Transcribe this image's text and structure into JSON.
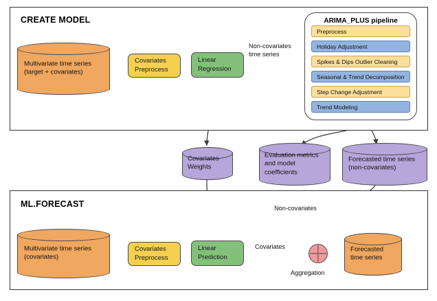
{
  "sections": [
    {
      "id": "create-model",
      "title": "CREATE MODEL"
    },
    {
      "id": "ml-forecast",
      "title": "ML.FORECAST"
    }
  ],
  "create_model": {
    "source": {
      "line1": "Multivariate time series",
      "line2": "(target + covariates)"
    },
    "preprocess": {
      "line1": "Covariates",
      "line2": "Preprocess"
    },
    "model": {
      "line1": "Linear",
      "line2": "Regression"
    },
    "edge_to_pipeline": {
      "line1": "Non-covariates",
      "line2": "time series"
    }
  },
  "pipeline": {
    "title": "ARIMA_PLUS pipeline",
    "steps": [
      {
        "label": "Preprocess",
        "tone": "y"
      },
      {
        "label": "Holiday Adjustment",
        "tone": "b"
      },
      {
        "label": "Spikes & Dips Outlier Cleaning",
        "tone": "y"
      },
      {
        "label": "Seasonal & Trend Decomposition",
        "tone": "b"
      },
      {
        "label": "Step Change Adjustment",
        "tone": "y"
      },
      {
        "label": "Trend Modeling",
        "tone": "b"
      }
    ]
  },
  "artifacts": [
    {
      "id": "covariates-weights",
      "line1": "Covariates",
      "line2": "Weights",
      "line3": ""
    },
    {
      "id": "evaluation-metrics",
      "line1": "Evaluation metrics",
      "line2": "and model",
      "line3": "coefficients"
    },
    {
      "id": "forecasted-noncov",
      "line1": "Forecasted time series",
      "line2": "(non-covariates)",
      "line3": ""
    }
  ],
  "ml_forecast": {
    "source": {
      "line1": "Multivariate time series",
      "line2": "(covariates)"
    },
    "preprocess": {
      "line1": "Covariates",
      "line2": "Preprocess"
    },
    "model": {
      "line1": "Linear",
      "line2": "Prediction"
    },
    "edge_covariates": "Covariates",
    "edge_non_covariates": "Non-covariates",
    "aggregation_label": "Aggregation",
    "output": {
      "line1": "Forecasted",
      "line2": "time series"
    }
  },
  "colors": {
    "orange": "#f0a75f",
    "purple": "#b6a6d9",
    "yellow_box": "#f5cf4f",
    "green_box": "#83c07a",
    "step_yellow": "#fcdf9a",
    "step_blue": "#93b4e0",
    "aggregation_pink": "#ef9a9a",
    "stroke": "#4a4a4a"
  }
}
